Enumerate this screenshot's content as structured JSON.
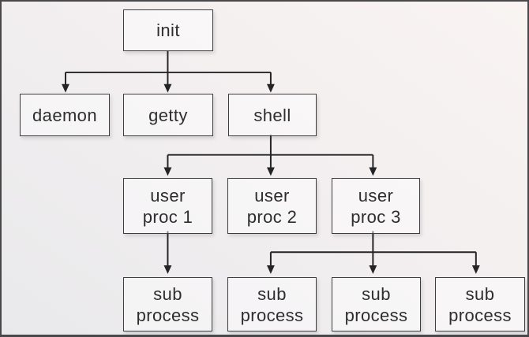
{
  "diagram": {
    "type": "process-tree-flowchart",
    "nodes": {
      "init": {
        "label": "init"
      },
      "daemon": {
        "label": "daemon"
      },
      "getty": {
        "label": "getty"
      },
      "shell": {
        "label": "shell"
      },
      "user_proc_1": {
        "label": "user\nproc 1"
      },
      "user_proc_2": {
        "label": "user\nproc 2"
      },
      "user_proc_3": {
        "label": "user\nproc 3"
      },
      "sub_process_1": {
        "label": "sub\nprocess"
      },
      "sub_process_2": {
        "label": "sub\nprocess"
      },
      "sub_process_3": {
        "label": "sub\nprocess"
      },
      "sub_process_4": {
        "label": "sub\nprocess"
      }
    },
    "edges": [
      {
        "from": "init",
        "to": "daemon"
      },
      {
        "from": "init",
        "to": "getty"
      },
      {
        "from": "init",
        "to": "shell"
      },
      {
        "from": "shell",
        "to": "user_proc_1"
      },
      {
        "from": "shell",
        "to": "user_proc_2"
      },
      {
        "from": "shell",
        "to": "user_proc_3"
      },
      {
        "from": "user_proc_1",
        "to": "sub_process_1"
      },
      {
        "from": "user_proc_3",
        "to": "sub_process_2"
      },
      {
        "from": "user_proc_3",
        "to": "sub_process_3"
      },
      {
        "from": "user_proc_3",
        "to": "sub_process_4"
      }
    ],
    "colors": {
      "background_top_right": "#f9f4f2",
      "background_bottom_left": "#e9e9eb",
      "node_fill": "rgba(255,255,255,0.45)",
      "node_border": "#3e3e40",
      "connector": "#242426",
      "text": "#2e2e30",
      "frame_border": "#48484b"
    }
  }
}
